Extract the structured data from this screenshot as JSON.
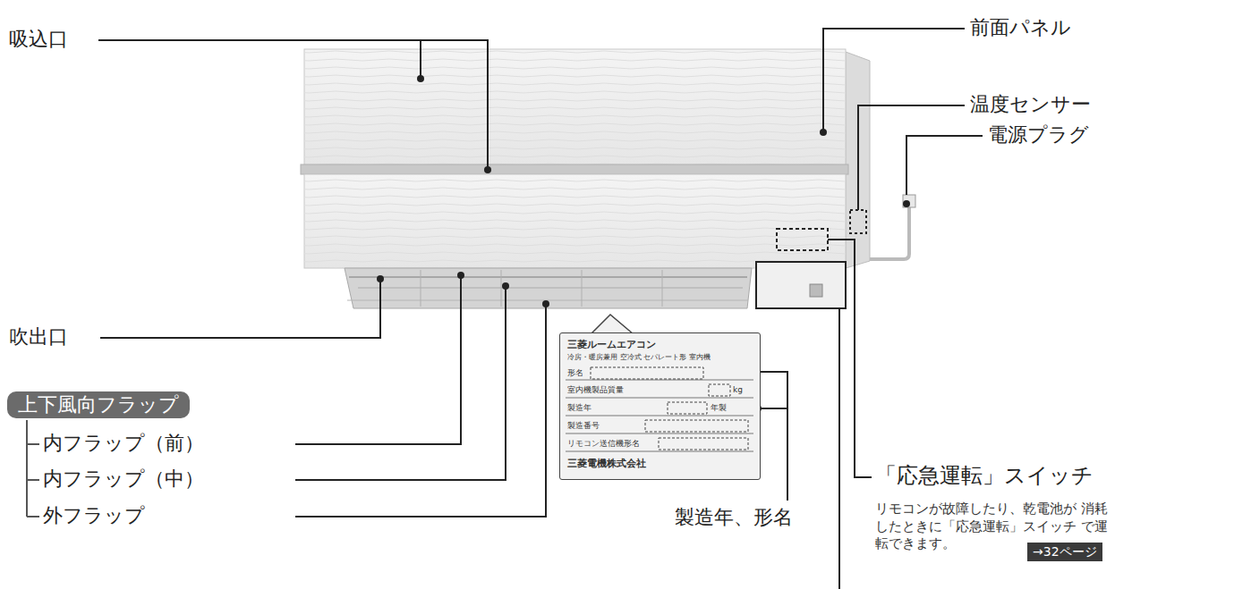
{
  "diagram": {
    "nodes": [
      {
        "text": [
          "三菱ルームエアコン",
          "冷房・暖房兼用 空冷式 セパレート形 室内機",
          "形名",
          "室内機製品質量",
          "kg",
          "製造年",
          "年製",
          "製造番号",
          "リモコン送信機形名",
          "三菱電機株式会社"
        ]
      },
      {
        "text": [
          "上下風向フラップ"
        ]
      },
      {
        "text": [
          "→32ページ"
        ]
      }
    ],
    "edges": [],
    "labels": [
      "吸込口",
      "前面パネル",
      "温度センサー",
      "電源プラグ",
      "吹出口",
      "内フラップ（前）",
      "内フラップ（中）",
      "外フラップ",
      "製造年、形名",
      "「応急運転」スイッチ",
      "リモコンが故障したり、乾電池が 消耗したときに「応急運転」スイッチ で運転できます。"
    ]
  }
}
